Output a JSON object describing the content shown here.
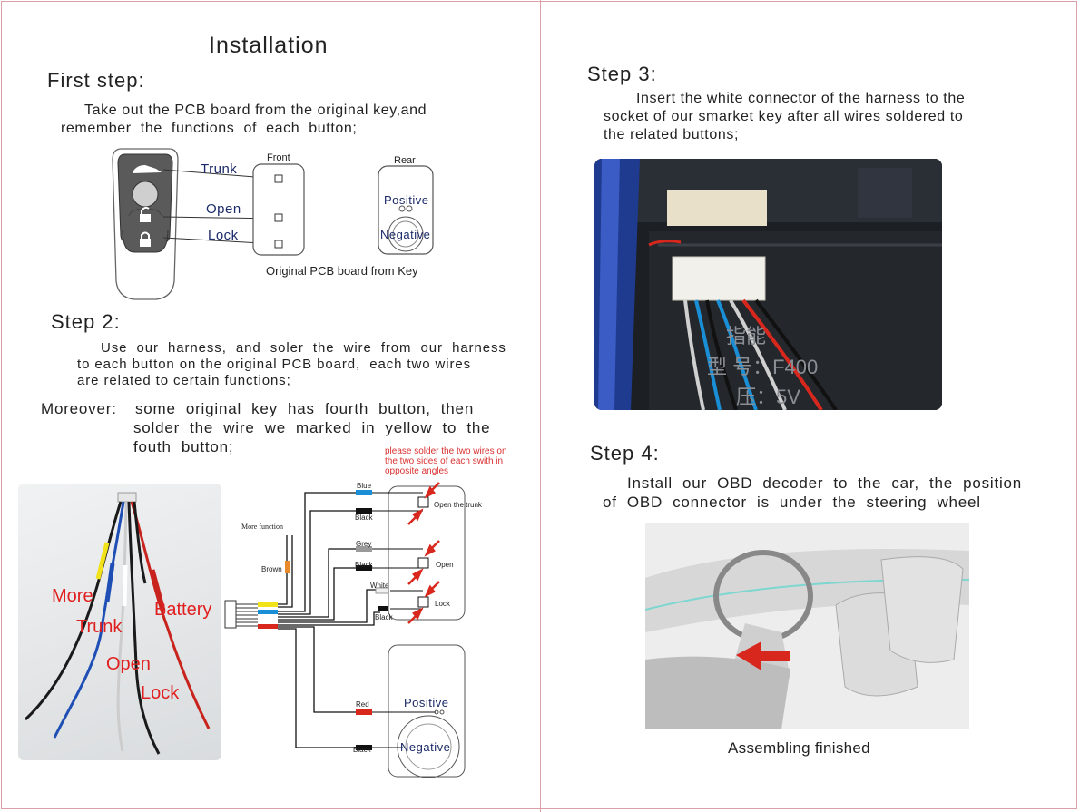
{
  "title": "Installation",
  "step1": {
    "heading": "First step:",
    "text": "Take out the PCB board from the original key,and\nremember  the  functions  of  each  button;",
    "labels": {
      "trunk": "Trunk",
      "open": "Open",
      "lock": "Lock",
      "front": "Front",
      "rear": "Rear",
      "positive": "Positive",
      "negative": "Negative"
    },
    "caption": "Original PCB board from Key"
  },
  "step2": {
    "heading": "Step 2:",
    "text": "Use  our  harness,  and  soler  the  wire  from  our  harness\nto each button on the original PCB board,  each two wires\nare related to certain functions;",
    "moreover_label": "Moreover:",
    "moreover_text": "some  original  key  has  fourth  button,  then\nsolder  the  wire  we  marked  in  yellow  to  the\nfouth  button;"
  },
  "wiring_photo": {
    "labels": {
      "more": "More",
      "trunk": "Trunk",
      "battery": "Battery",
      "open": "Open",
      "lock": "Lock"
    }
  },
  "wiring_diagram": {
    "note": "please solder the two wires on\nthe two sides of each swith in\nopposite angles",
    "more_function": "More function",
    "wires": {
      "blue": "Blue",
      "black": "Black",
      "grey": "Grey",
      "white": "White",
      "brown": "Brown",
      "red": "Red"
    },
    "buttons": {
      "trunk": "Open the trunk",
      "open": "Open",
      "lock": "Lock"
    },
    "rear": {
      "positive": "Positive",
      "negative": "Negative"
    },
    "colors": {
      "blue": "#1a8fd6",
      "black": "#111111",
      "grey": "#9a9a9a",
      "white": "#f0f0f0",
      "brown": "#e88a2a",
      "red": "#d8281e",
      "yellow": "#f2e21a"
    }
  },
  "step3": {
    "heading": "Step  3:",
    "text": "Insert the white connector of the harness to the\nsocket of our smarket key after all wires soldered to\nthe related buttons;",
    "photo_text": {
      "line1": "指能",
      "line2": "型 号：F400",
      "line3": "压：5V"
    }
  },
  "step4": {
    "heading": "Step  4:",
    "text": "Install  our  OBD  decoder  to  the  car,  the  position\nof  OBD  connector  is  under  the  steering  wheel",
    "caption": "Assembling finished"
  }
}
